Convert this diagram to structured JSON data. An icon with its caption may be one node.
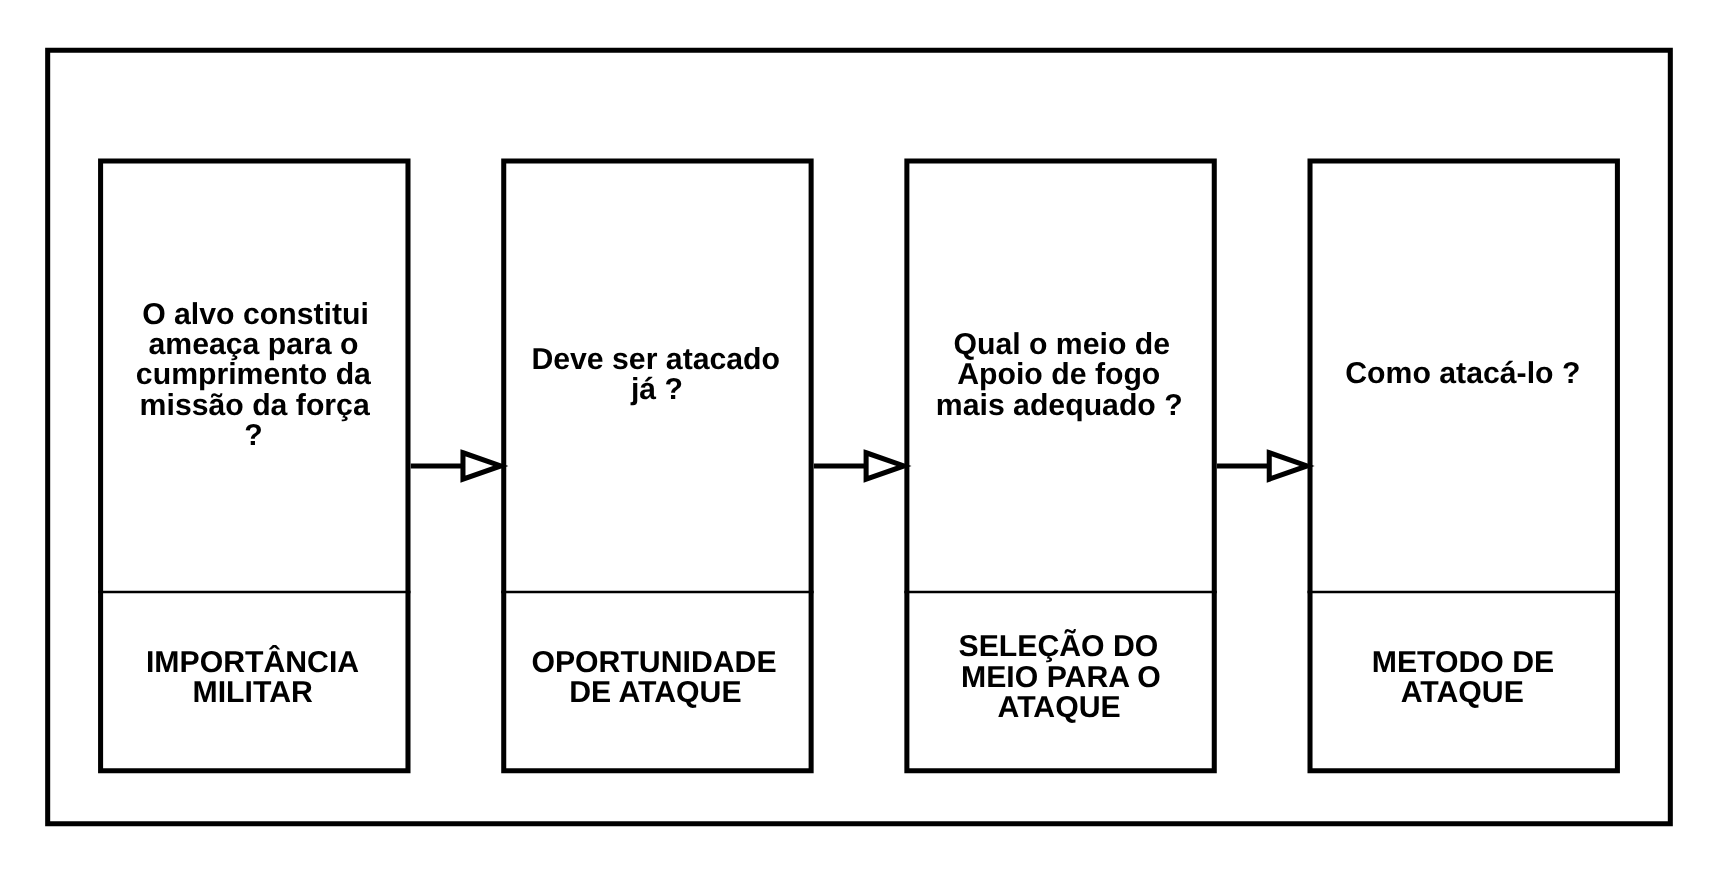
{
  "diagram": {
    "nodes": [
      {
        "text": [],
        "shape": "box"
      },
      {
        "text": [
          "O alvo constitui ameaça para o cumprimento da missão da força ?",
          "IMPORTÂNCIA MILITAR"
        ],
        "in": 0
      },
      {
        "text": [
          "Deve ser atacado já ?",
          "OPORTUNIDADE DE ATAQUE"
        ],
        "in": 0
      },
      {
        "text": [
          "Qual o meio de Apoio de fogo mais adequado ?",
          "SELEÇÃO DO MEIO PARA O ATAQUE"
        ],
        "in": 0
      },
      {
        "text": [
          "Como atacá-lo ?",
          "METODO DE ATAQUE"
        ],
        "in": 0
      }
    ],
    "edges": [
      {
        "from": 1,
        "to": 2,
        "arrow": "to"
      },
      {
        "from": 2,
        "to": 3,
        "arrow": "to"
      },
      {
        "from": 3,
        "to": 4,
        "arrow": "to"
      }
    ]
  }
}
